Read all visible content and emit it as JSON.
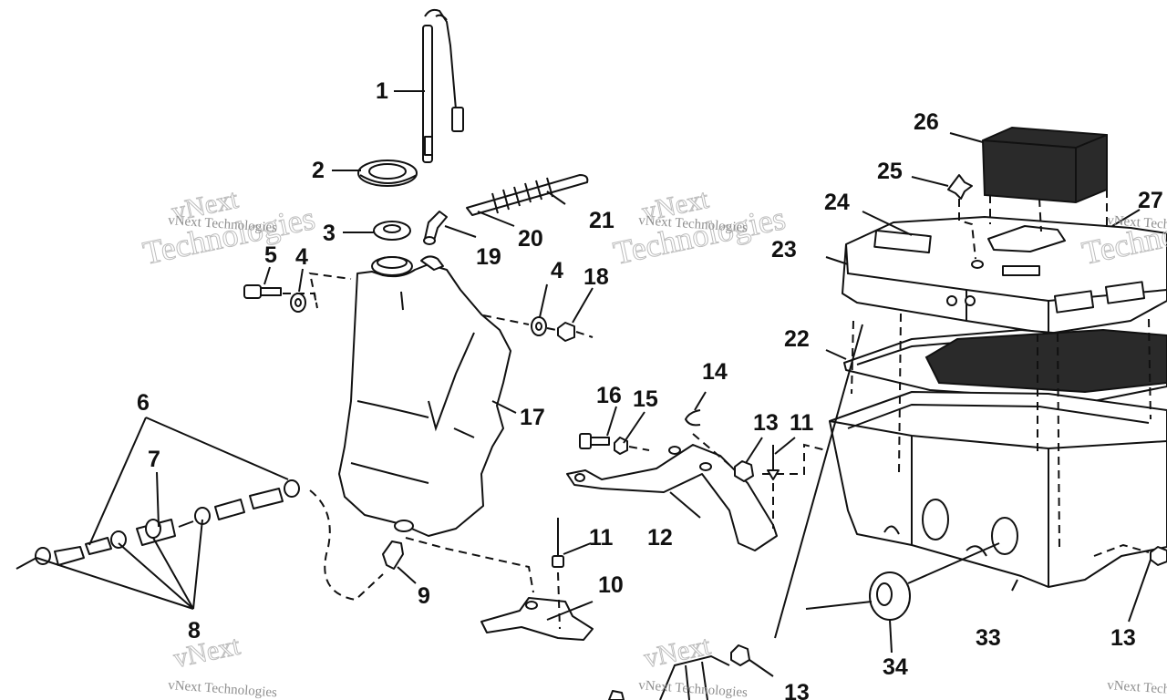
{
  "watermark": {
    "brand_line1": "vNext",
    "brand_line2": "Technologies",
    "small_text": "vNext Technologies"
  },
  "callouts": [
    "1",
    "2",
    "3",
    "4",
    "5",
    "4",
    "6",
    "7",
    "8",
    "9",
    "10",
    "11",
    "11",
    "12",
    "13",
    "13",
    "13",
    "14",
    "15",
    "16",
    "17",
    "18",
    "19",
    "20",
    "21",
    "22",
    "23",
    "24",
    "25",
    "26",
    "27",
    "33",
    "34"
  ]
}
